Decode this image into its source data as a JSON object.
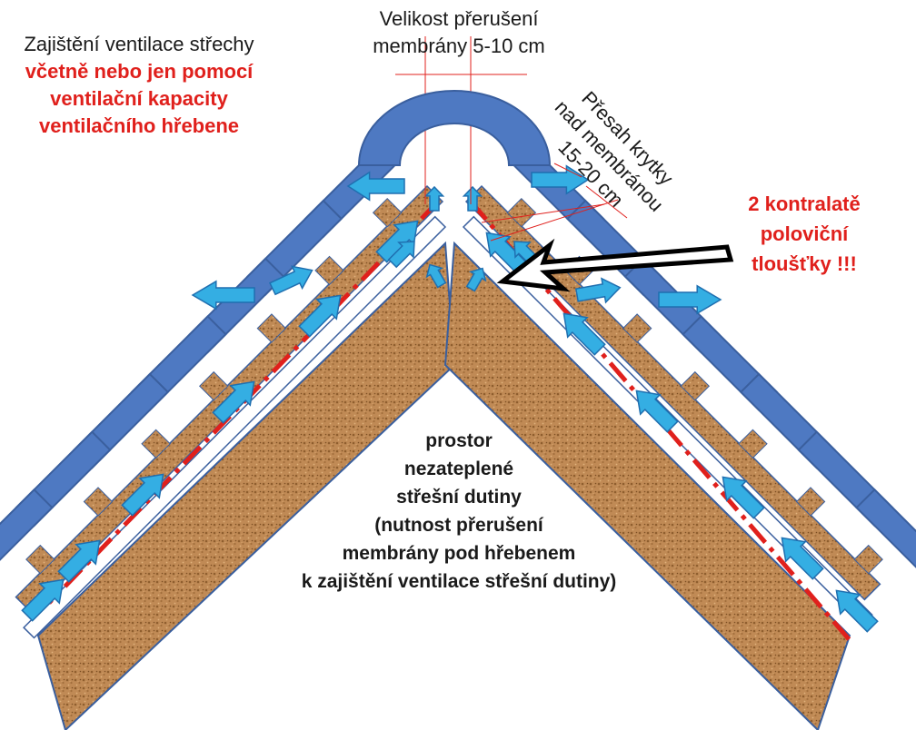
{
  "labels": {
    "left_title": "Zajištění ventilace střechy",
    "left_red_lines": [
      "včetně nebo jen pomocí",
      "ventilační kapacity",
      "ventilačního hřebene"
    ],
    "top_lines": [
      "Velikost přerušení",
      "membrány 5-10 cm"
    ],
    "overlap_lines": [
      "Přesah krytky",
      "nad membránou",
      "15-20 cm"
    ],
    "right_red_lines": [
      "2 kontralatě",
      "poloviční",
      "tloušťky !!!"
    ],
    "center_lines": [
      "prostor",
      "nezateplené",
      "střešní dutiny",
      "(nutnost přerušení",
      "membrány pod hřebenem",
      "k zajištění ventilace střešní dutiny)"
    ]
  },
  "colors": {
    "tile": "#4e79c2",
    "tile_edge": "#3a5f9e",
    "arrow": "#34aee3",
    "arrow_edge": "#1f6fb0",
    "membrane": "#e0201c",
    "red_text": "#e0201c",
    "cork": "#c08a55",
    "black_arrow": "#000000"
  },
  "icons": [
    "ridge-cap-icon",
    "airflow-arrow-icon",
    "pointer-arrow-icon"
  ]
}
